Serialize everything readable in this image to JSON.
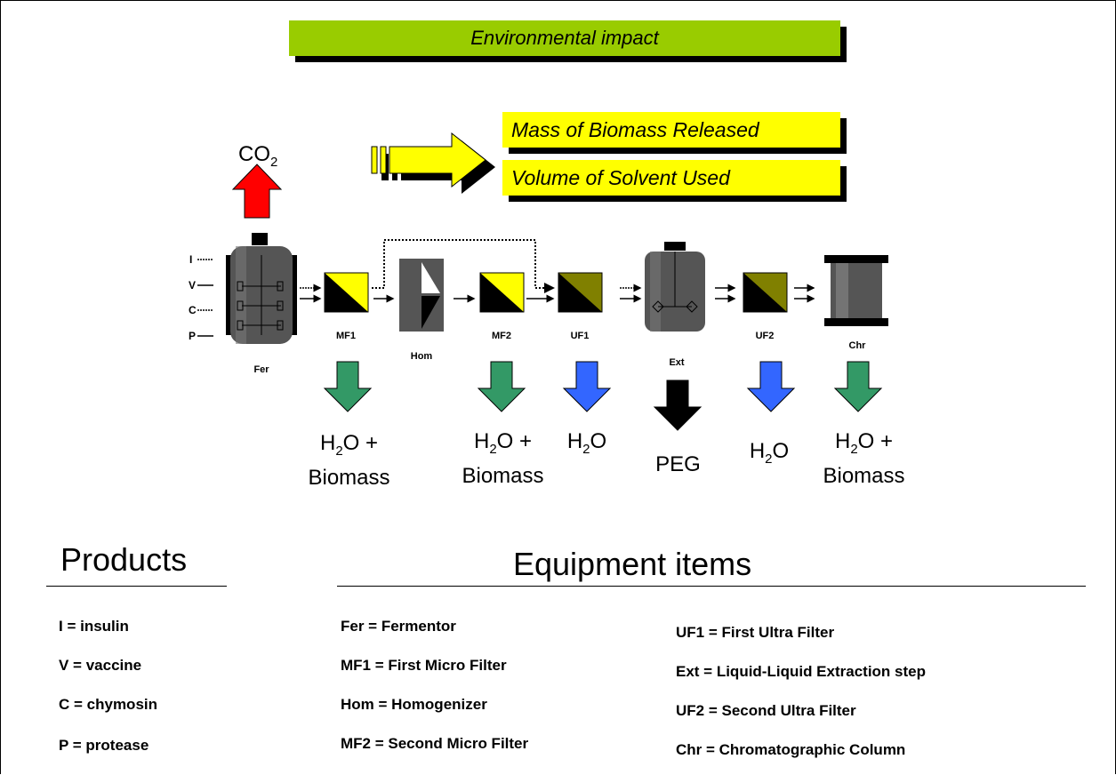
{
  "title": "Environmental impact",
  "impacts": {
    "mass_biomass": "Mass of Biomass Released",
    "volume_solvent": "Volume of Solvent Used"
  },
  "co2": {
    "main": "CO",
    "sub": "2"
  },
  "products_inputs": [
    "I",
    "V",
    "C",
    "P"
  ],
  "equipment_labels": {
    "fer": "Fer",
    "mf1": "MF1",
    "hom": "Hom",
    "mf2": "MF2",
    "uf1": "UF1",
    "ext": "Ext",
    "uf2": "UF2",
    "chr": "Chr"
  },
  "outputs": {
    "mf1": {
      "h": "H",
      "sub": "2",
      "rest": "O +",
      "line2": "Biomass"
    },
    "mf2": {
      "h": "H",
      "sub": "2",
      "rest": "O +",
      "line2": "Biomass"
    },
    "uf1": {
      "h": "H",
      "sub": "2",
      "rest": "O"
    },
    "ext": {
      "line1": "PEG"
    },
    "uf2": {
      "h": "H",
      "sub": "2",
      "rest": "O"
    },
    "chr": {
      "h": "H",
      "sub": "2",
      "rest": "O +",
      "line2": "Biomass"
    }
  },
  "colors": {
    "banner": "#99cc00",
    "impact_box": "#ffff00",
    "co2_arrow": "#ff0000",
    "biomass_arrow": "#339966",
    "water_arrow": "#3366ff",
    "peg_arrow": "#000000",
    "mf_filter": "#ffff00",
    "uf_filter": "#808000"
  },
  "products_heading": "Products",
  "equipment_heading": "Equipment items",
  "products_legend": [
    "I = insulin",
    "V = vaccine",
    "C = chymosin",
    "P = protease"
  ],
  "equipment_legend_col1": [
    "Fer = Fermentor",
    "MF1 = First Micro Filter",
    "Hom = Homogenizer",
    "MF2 = Second Micro Filter"
  ],
  "equipment_legend_col2": [
    "UF1 = First Ultra Filter",
    "Ext = Liquid-Liquid Extraction step",
    "UF2 = Second Ultra Filter",
    "Chr = Chromatographic Column"
  ]
}
